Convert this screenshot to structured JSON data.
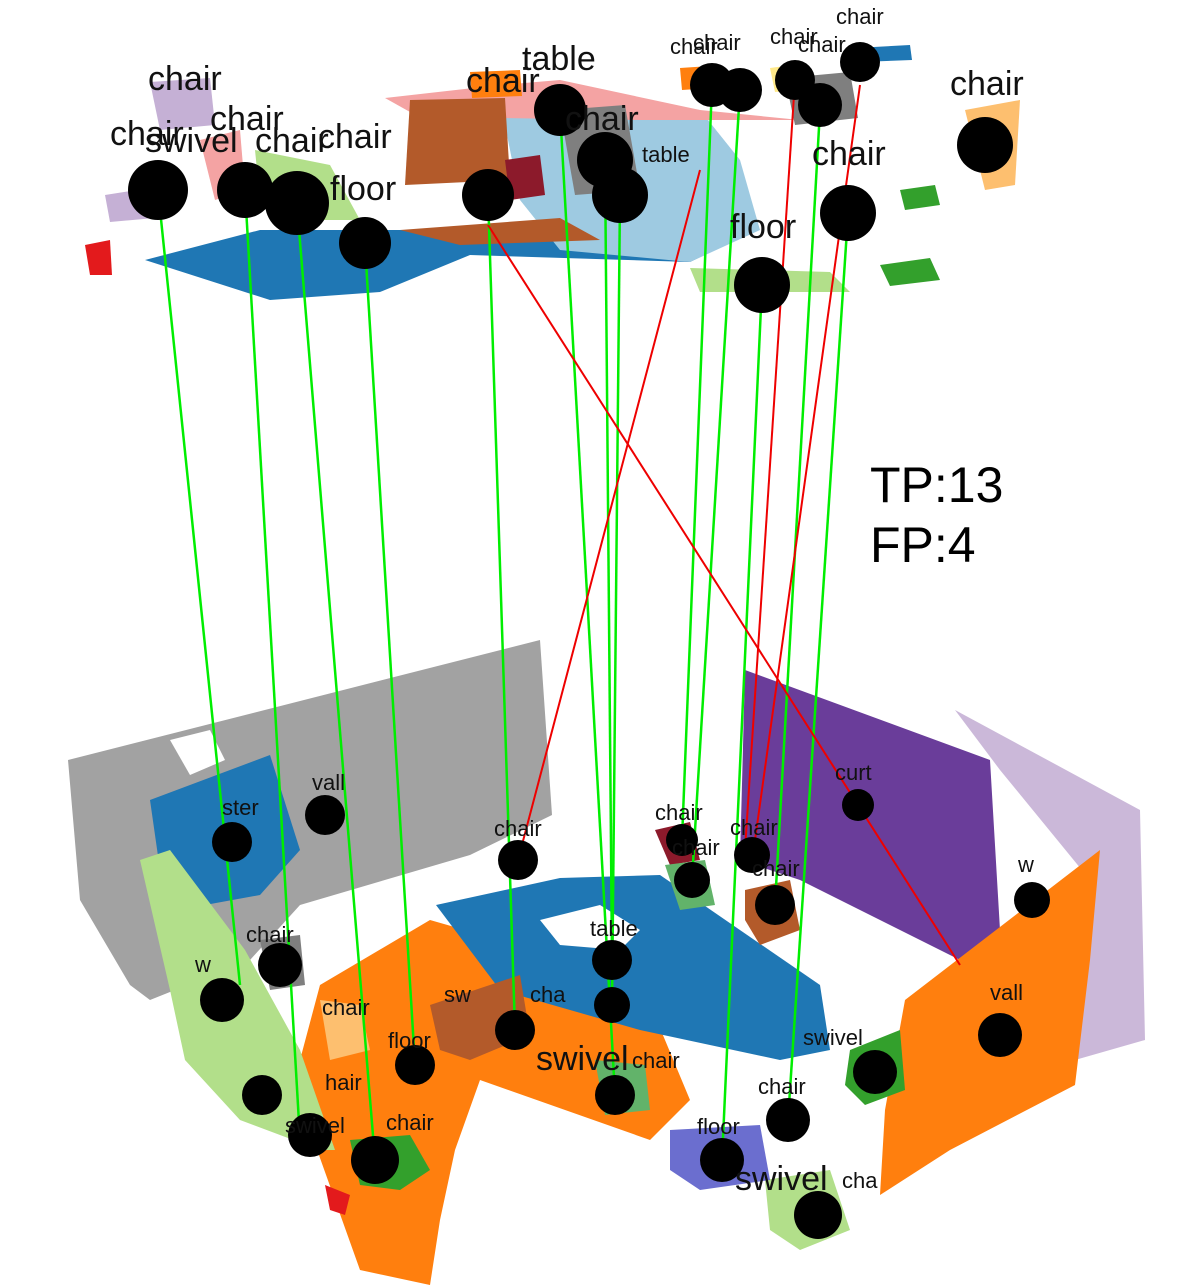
{
  "stats": {
    "tp": "TP:13",
    "fp": "FP:4"
  },
  "colors": {
    "match_correct": "#00ee00",
    "match_wrong": "#ee0000",
    "node": "#000000",
    "wall_gray": "#9a9a9a",
    "wall_purple": "#6a3d9a",
    "wall_lilac": "#c5b0d5",
    "wall_orange": "#ff7f0e",
    "floor_blue": "#1f77b4",
    "floor_light_blue": "#9ecae1",
    "floor_pink": "#f4a3a3",
    "floor_light_green": "#b2df8a",
    "chair_brown": "#b35a2a",
    "chair_green": "#33a02c",
    "chair_gray": "#7f7f7f",
    "chair_dark_red": "#8c1a2b",
    "chair_peach": "#fdbf6f",
    "red_points": "#e31a1c"
  },
  "top_labels": [
    {
      "text": "chair",
      "size": "lg"
    },
    {
      "text": "chair",
      "size": "lg"
    },
    {
      "text": "chair",
      "size": "lg"
    },
    {
      "text": "swivel",
      "size": "lg"
    },
    {
      "text": "chair",
      "size": "lg"
    },
    {
      "text": "chair",
      "size": "lg"
    },
    {
      "text": "floor",
      "size": "lg"
    },
    {
      "text": "table",
      "size": "lg"
    },
    {
      "text": "chair",
      "size": "lg"
    },
    {
      "text": "chair",
      "size": "lg"
    },
    {
      "text": "table",
      "size": "lg"
    },
    {
      "text": "chair",
      "size": "sm"
    },
    {
      "text": "chair",
      "size": "sm"
    },
    {
      "text": "chair",
      "size": "sm"
    },
    {
      "text": "chair",
      "size": "sm"
    },
    {
      "text": "chair",
      "size": "sm"
    },
    {
      "text": "chair",
      "size": "lg"
    },
    {
      "text": "chair",
      "size": "lg"
    },
    {
      "text": "floor",
      "size": "lg"
    }
  ],
  "bottom_labels": [
    {
      "text": "ster"
    },
    {
      "text": "vall"
    },
    {
      "text": "chair"
    },
    {
      "text": "chair"
    },
    {
      "text": "chair"
    },
    {
      "text": "chair"
    },
    {
      "text": "chair"
    },
    {
      "text": "curt"
    },
    {
      "text": "w"
    },
    {
      "text": "chair"
    },
    {
      "text": "w"
    },
    {
      "text": "table"
    },
    {
      "text": "chair"
    },
    {
      "text": "floor"
    },
    {
      "text": "sw"
    },
    {
      "text": "cha"
    },
    {
      "text": "swivel"
    },
    {
      "text": "chair"
    },
    {
      "text": "vall"
    },
    {
      "text": "swivel"
    },
    {
      "text": "chair"
    },
    {
      "text": "hair"
    },
    {
      "text": "swivel"
    },
    {
      "text": "chair"
    },
    {
      "text": "floor"
    },
    {
      "text": "swivel"
    },
    {
      "text": "cha"
    }
  ]
}
